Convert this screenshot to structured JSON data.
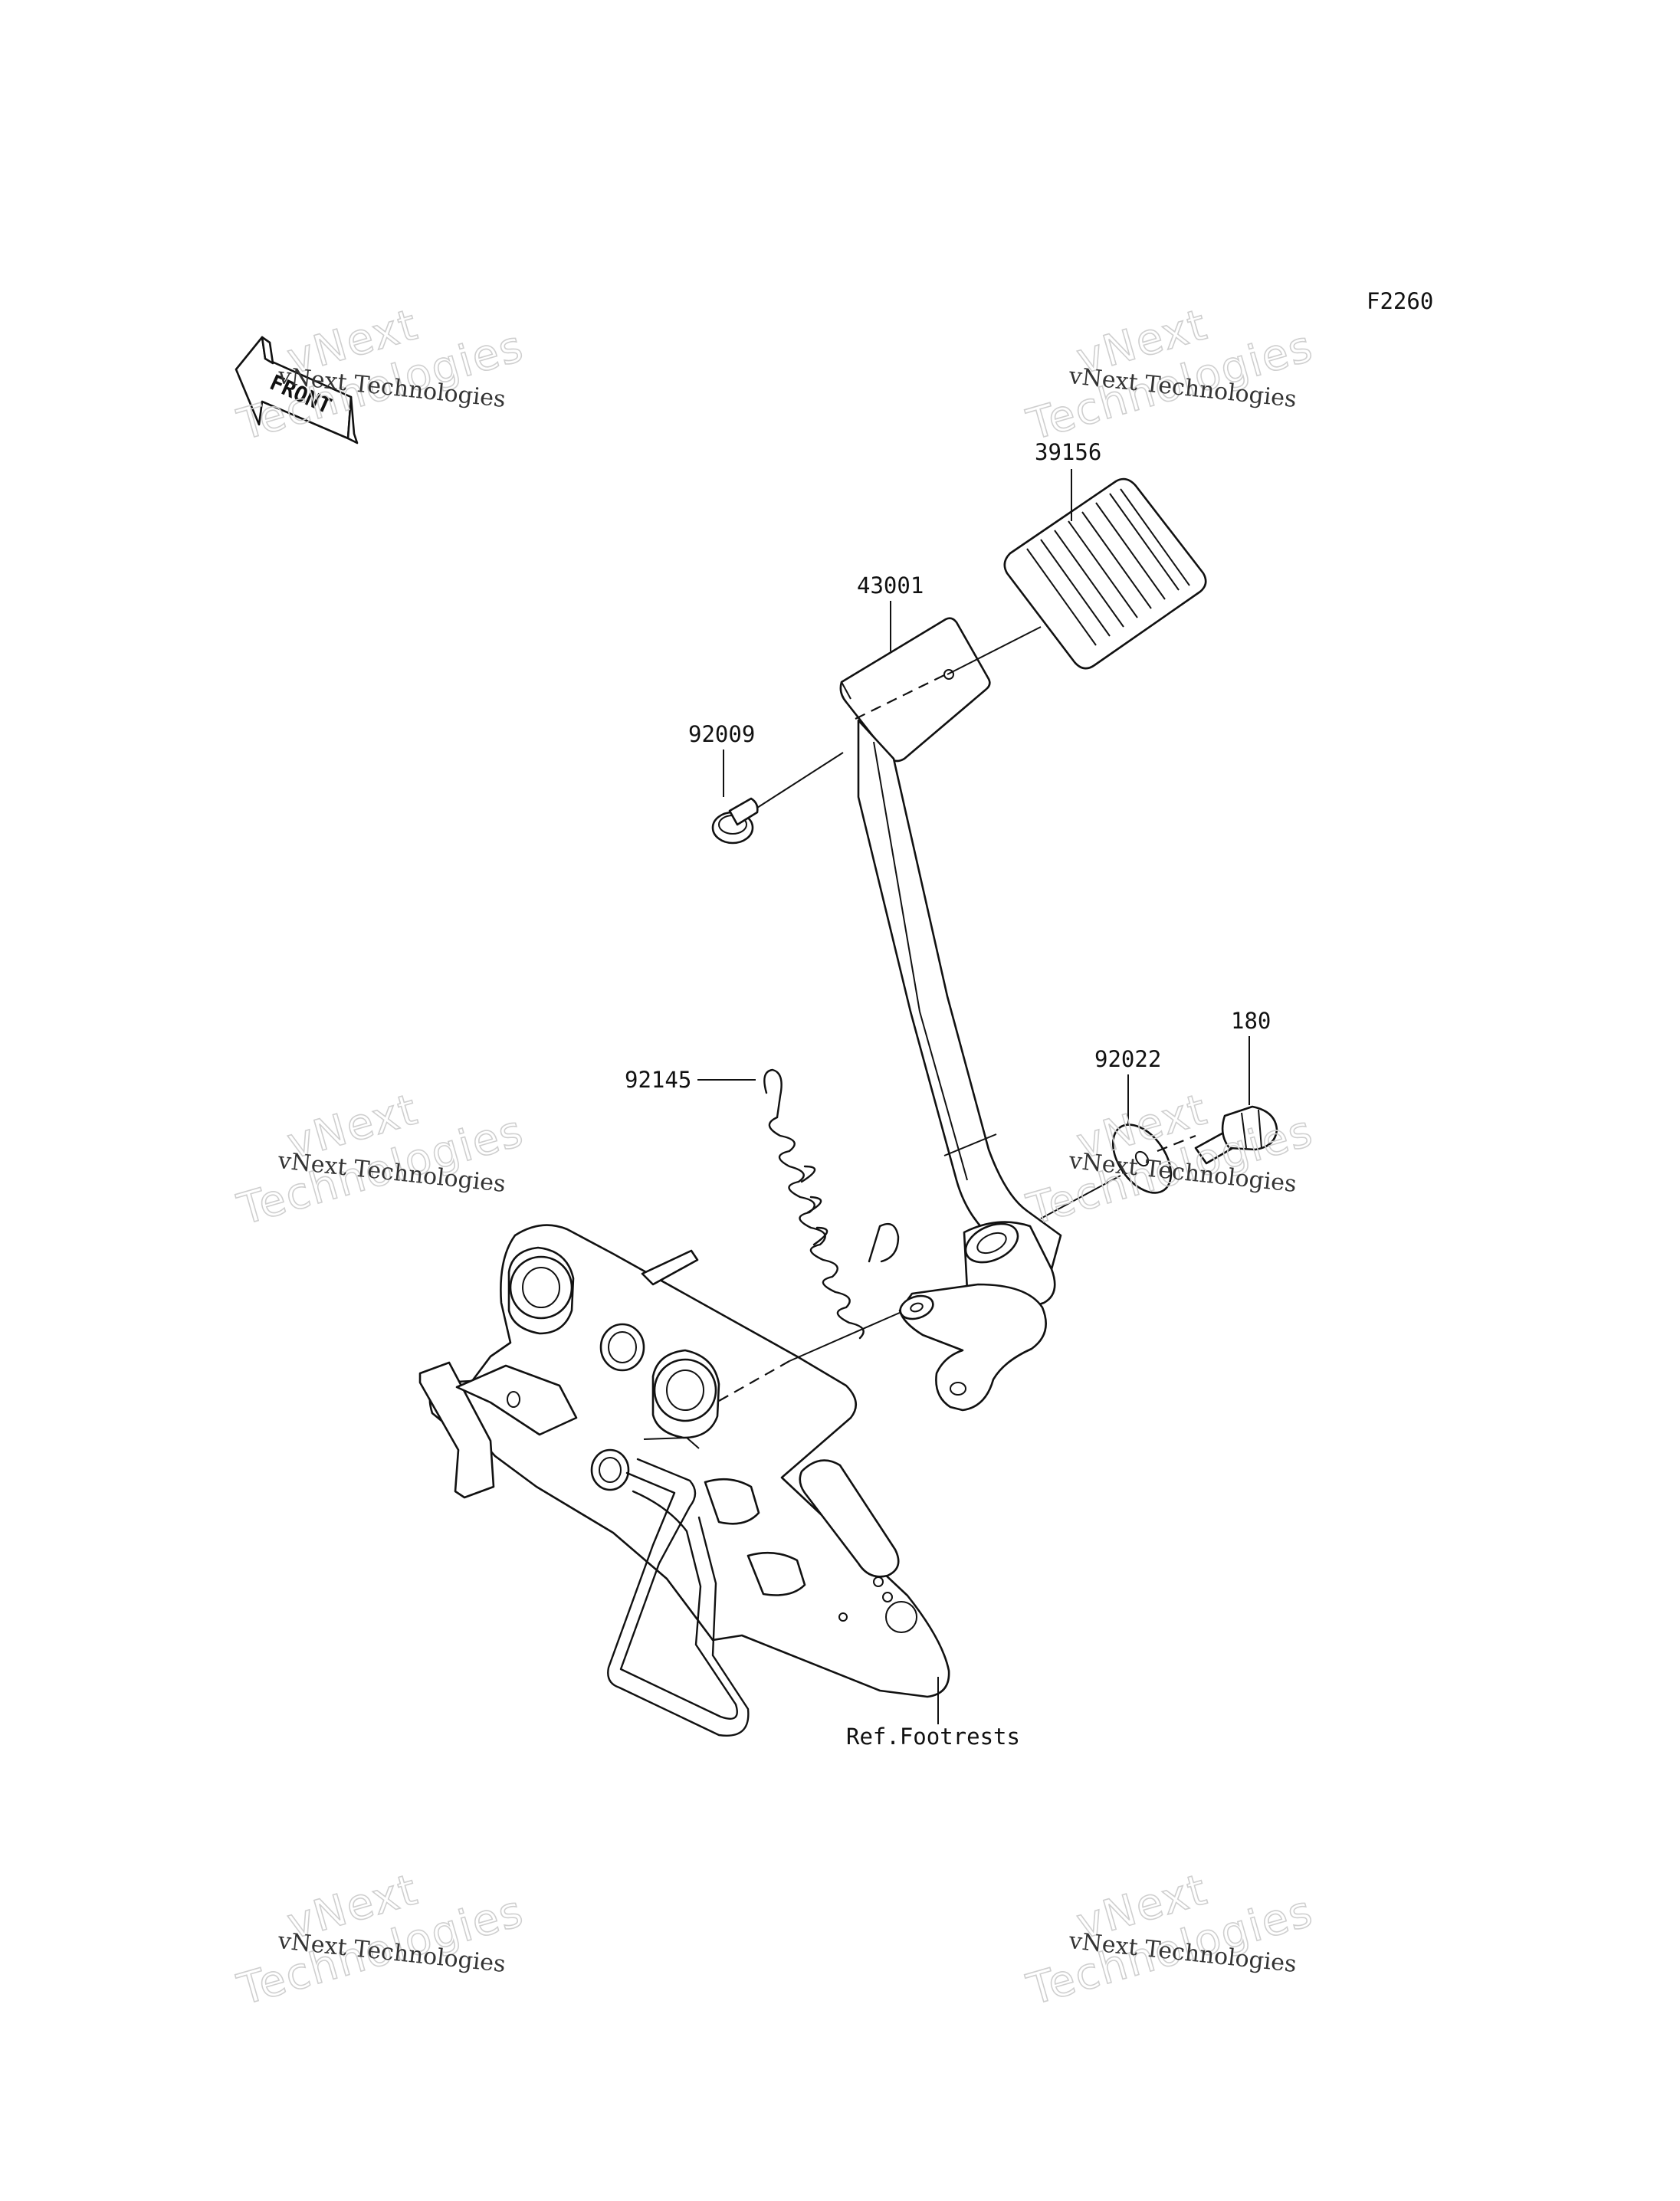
{
  "diagram_code": "F2260",
  "watermark": {
    "small": "vNext Technologies",
    "big_top": "vNext",
    "big_bottom": "Technologies"
  },
  "front_badge": "FRONT",
  "callouts": {
    "pedal_pad": "39156",
    "brake_pedal": "43001",
    "pad_bolt": "92009",
    "return_spring": "92145",
    "washer": "92022",
    "pivot_bolt": "180",
    "footrest_ref": "Ref.Footrests"
  }
}
